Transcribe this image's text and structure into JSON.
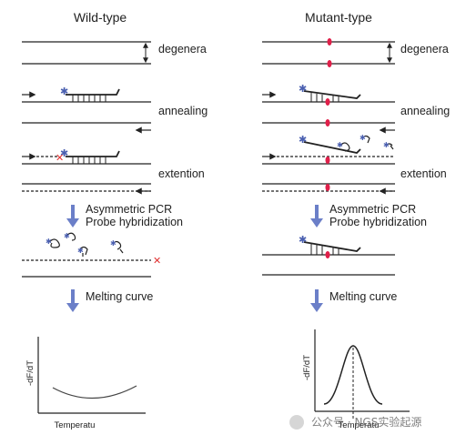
{
  "titles": {
    "left": "Wild-type",
    "right": "Mutant-type"
  },
  "steps": {
    "degenera": "degenera",
    "annealing": "annealing",
    "extention": "extention",
    "asym_pcr": "Asymmetric PCR",
    "probe_hyb": "Probe hybridization",
    "melting": "Melting curve"
  },
  "axes": {
    "ylabel": "-dF/dT",
    "xlabel": "Temperatu"
  },
  "watermark": "公众号 · NGS实验起源",
  "colors": {
    "line": "#222222",
    "mutation": "#e0204a",
    "mismatch_x": "#e03030",
    "arrow": "#6b7fc8",
    "fluor": "#4a5fb0"
  }
}
